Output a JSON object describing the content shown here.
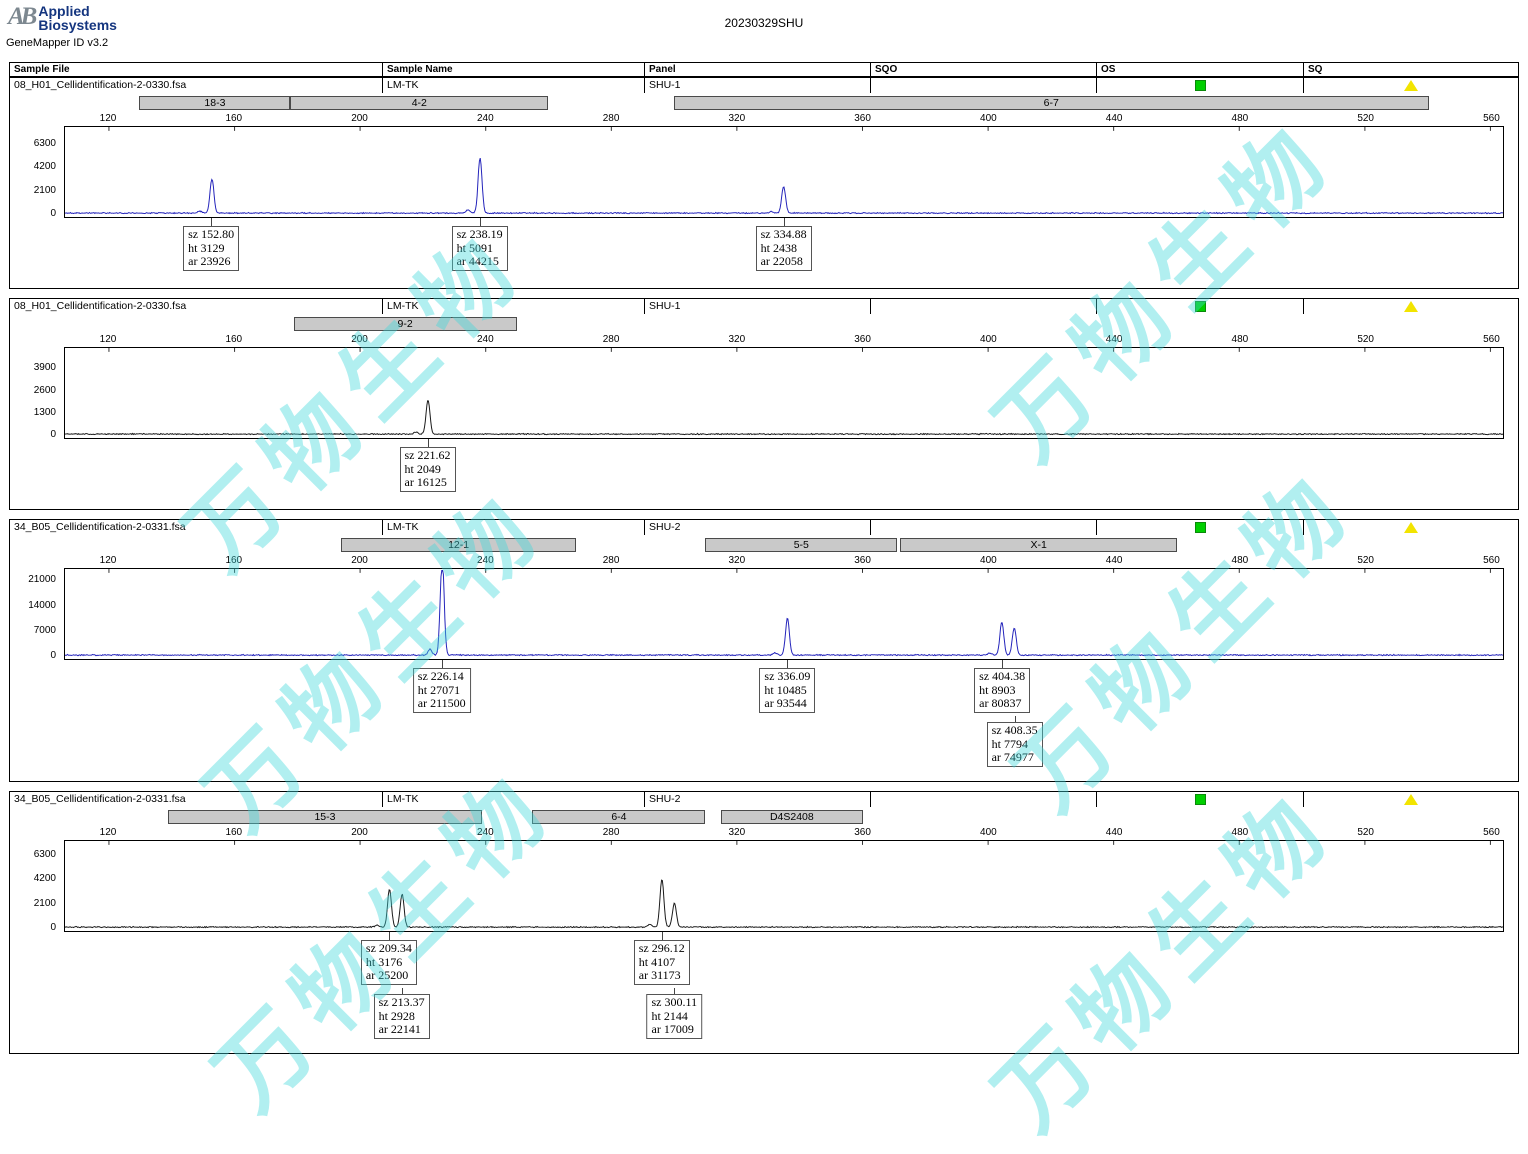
{
  "header": {
    "logo_monogram": "AB",
    "brand_line1": "Applied",
    "brand_line2": "Biosystems",
    "app_version": "GeneMapper ID v3.2",
    "run_title": "20230329SHU"
  },
  "table_columns": [
    "Sample File",
    "Sample Name",
    "Panel",
    "SQO",
    "OS",
    "SQ"
  ],
  "watermark_text": "万物生物",
  "peak_label_prefixes": {
    "size": "sz",
    "height": "ht",
    "area": "ar"
  },
  "colors": {
    "watermark": "#3fd8dc",
    "os_pass": "#00cf00",
    "sq_warning": "#f2e400",
    "marker_bar": "#c9c9c9",
    "trace_blue": "#2424bb",
    "trace_black": "#1a1a1a"
  },
  "x_axis": {
    "min": 106,
    "max": 564,
    "ticks": [
      120,
      160,
      200,
      240,
      280,
      320,
      360,
      400,
      440,
      480,
      520,
      560
    ]
  },
  "panels": [
    {
      "sample_file": "08_H01_Cellidentification-2-0330.fsa",
      "sample_name": "LM-TK",
      "panel": "SHU-1",
      "sqo": "",
      "os_status": "pass-green-square",
      "sq_status": "warning-yellow-triangle",
      "trace": "blue",
      "y_ticks": [
        6300,
        4200,
        2100,
        0
      ],
      "y_max": 7400,
      "markers": [
        {
          "label": "18-3",
          "from": 130,
          "to": 178
        },
        {
          "label": "4-2",
          "from": 178,
          "to": 260
        },
        {
          "label": "6-7",
          "from": 300,
          "to": 540
        }
      ],
      "peaks": [
        {
          "sz": "152.80",
          "ht": "3129",
          "ar": "23926",
          "row": 0
        },
        {
          "sz": "238.19",
          "ht": "5091",
          "ar": "44215",
          "row": 0
        },
        {
          "sz": "334.88",
          "ht": "2438",
          "ar": "22058",
          "row": 0
        }
      ]
    },
    {
      "sample_file": "08_H01_Cellidentification-2-0330.fsa",
      "sample_name": "LM-TK",
      "panel": "SHU-1",
      "sqo": "",
      "os_status": "pass-green-square",
      "sq_status": "warning-yellow-triangle",
      "trace": "black",
      "y_ticks": [
        3900,
        2600,
        1300,
        0
      ],
      "y_max": 4800,
      "markers": [
        {
          "label": "9-2",
          "from": 179,
          "to": 250
        }
      ],
      "peaks": [
        {
          "sz": "221.62",
          "ht": "2049",
          "ar": "16125",
          "row": 0
        }
      ]
    },
    {
      "sample_file": "34_B05_Cellidentification-2-0331.fsa",
      "sample_name": "LM-TK",
      "panel": "SHU-2",
      "sqo": "",
      "os_status": "pass-green-square",
      "sq_status": "warning-yellow-triangle",
      "trace": "blue",
      "y_ticks": [
        21000,
        14000,
        7000,
        0
      ],
      "y_max": 22800,
      "markers": [
        {
          "label": "12-1",
          "from": 194,
          "to": 269
        },
        {
          "label": "5-5",
          "from": 310,
          "to": 371
        },
        {
          "label": "X-1",
          "from": 372,
          "to": 460
        }
      ],
      "peaks": [
        {
          "sz": "226.14",
          "ht": "27071",
          "ar": "211500",
          "row": 0
        },
        {
          "sz": "336.09",
          "ht": "10485",
          "ar": "93544",
          "row": 0
        },
        {
          "sz": "404.38",
          "ht": "8903",
          "ar": "80837",
          "row": 0
        },
        {
          "sz": "408.35",
          "ht": "7794",
          "ar": "74977",
          "row": 1
        }
      ]
    },
    {
      "sample_file": "34_B05_Cellidentification-2-0331.fsa",
      "sample_name": "LM-TK",
      "panel": "SHU-2",
      "sqo": "",
      "os_status": "pass-green-square",
      "sq_status": "warning-yellow-triangle",
      "trace": "black",
      "y_ticks": [
        6300,
        4200,
        2100,
        0
      ],
      "y_max": 7100,
      "markers": [
        {
          "label": "15-3",
          "from": 139,
          "to": 239
        },
        {
          "label": "6-4",
          "from": 255,
          "to": 310
        },
        {
          "label": "D4S2408",
          "from": 315,
          "to": 360
        }
      ],
      "peaks": [
        {
          "sz": "209.34",
          "ht": "3176",
          "ar": "25200",
          "row": 0
        },
        {
          "sz": "213.37",
          "ht": "2928",
          "ar": "22141",
          "row": 1
        },
        {
          "sz": "296.12",
          "ht": "4107",
          "ar": "31173",
          "row": 0
        },
        {
          "sz": "300.11",
          "ht": "2144",
          "ar": "17009",
          "row": 1
        }
      ]
    }
  ]
}
